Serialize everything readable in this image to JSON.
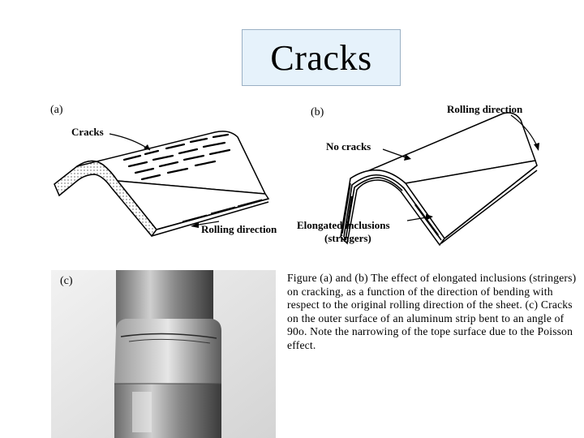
{
  "title": "Cracks",
  "figure_a": {
    "panel_label": "(a)",
    "label_cracks": "Cracks",
    "label_rolling": "Rolling direction"
  },
  "figure_b": {
    "panel_label": "(b)",
    "label_rolling": "Rolling direction",
    "label_no_cracks": "No cracks",
    "label_inclusions_line1": "Elongated inclusions",
    "label_inclusions_line2": "(stringers)"
  },
  "figure_c": {
    "panel_label": "(c)"
  },
  "caption": "Figure (a) and (b) The effect of elongated inclusions (stringers) on cracking, as a function of the direction of bending with respect to the original rolling direction of the sheet.  (c) Cracks on the outer surface of an aluminum strip bent to an angle of 90o.  Note the narrowing of the tope surface due to the Poisson effect."
}
